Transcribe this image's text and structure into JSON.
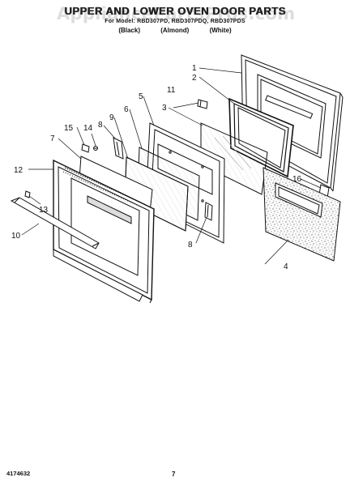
{
  "header": {
    "title": "UPPER AND LOWER OVEN DOOR PARTS",
    "models": "For Model: RBD307PD, RBD307PDQ, RBD307PDS",
    "colors": [
      "(Black)",
      "(Almond)",
      "(White)"
    ]
  },
  "watermark": "AppliancePartsPros.com",
  "callouts": {
    "c1": "1",
    "c2": "2",
    "c3": "3",
    "c4": "4",
    "c5": "5",
    "c6": "6",
    "c7": "7",
    "c8a": "8",
    "c8b": "8",
    "c9": "9",
    "c10": "10",
    "c11": "11",
    "c12": "12",
    "c13": "13",
    "c14": "14",
    "c15": "15",
    "c16": "16"
  },
  "footer": {
    "doc_number": "4174632",
    "page": "7"
  }
}
